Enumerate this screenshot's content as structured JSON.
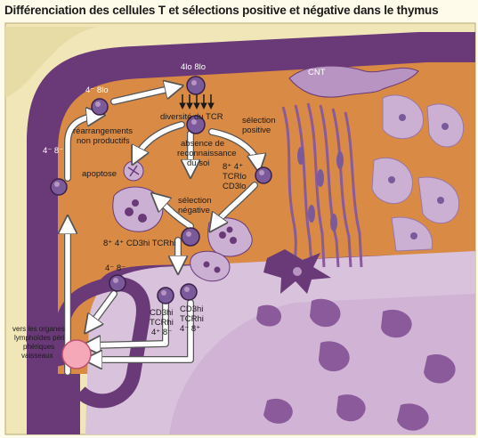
{
  "title": "Différenciation des cellules T et sélections positive et négative dans le thymus",
  "labels": {
    "dn_4m8lo": "4⁻ 8lo",
    "dp_4lo8lo": "4lo 8lo",
    "cnt": "CNT",
    "diversite": "diversité du TCR",
    "rearr_1": "réarrangements",
    "rearr_2": "non productifs",
    "absence_1": "absence de",
    "absence_2": "reconnaissance",
    "absence_3": "du soi",
    "selpos_1": "sélection",
    "selpos_2": "positive",
    "pos_cell_1": "8⁺ 4⁺",
    "pos_cell_2": "TCRlo",
    "pos_cell_3": "CD3lo",
    "apoptose": "apoptose",
    "dn_4m8m": "4⁻ 8⁻",
    "selneg_1": "sélection",
    "selneg_2": "négative",
    "neg_cell": "8⁺ 4⁺ CD3hi TCRhi",
    "dn_bottom": "4⁻ 8⁻",
    "cd8_1": "CD3hi",
    "cd8_2": "TCRhi",
    "cd8_3": "4⁺ 8⁻",
    "cd4_1": "CD3hi",
    "cd4_2": "TCRhi",
    "cd4_3": "4⁻ 8⁺",
    "exit_1": "vers les organes",
    "exit_2": "lymphoïdes péri",
    "exit_3": "phériques",
    "exit_4": "vaisseaux"
  },
  "colors": {
    "background": "#fffbea",
    "capsule": "#f0e6b8",
    "cortex": "#d98a45",
    "purple_dark": "#6a3a78",
    "purple_light": "#d9c2dc",
    "cell": "#7a5a9a",
    "vessel": "#f4a8b8",
    "arrow": "#ffffff"
  }
}
